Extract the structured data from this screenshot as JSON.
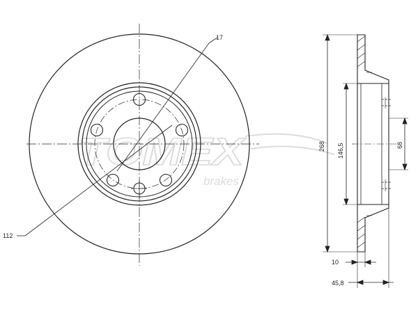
{
  "labels": {
    "hole_diameter": "17",
    "pcd": "112",
    "outer_diameter": "268",
    "hub_diameter": "146,5",
    "bore_diameter": "68",
    "disc_thickness": "10",
    "total_height": "45,8"
  },
  "watermark": {
    "brand": "TOMEX",
    "sub": "brakes"
  }
}
